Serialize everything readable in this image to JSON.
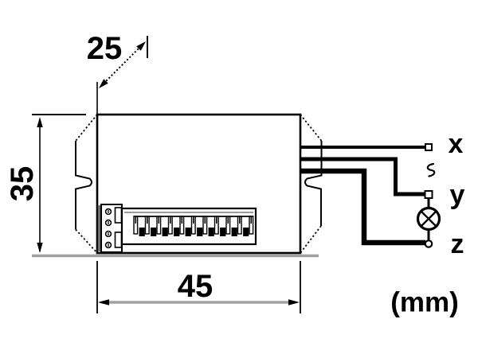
{
  "diagram": {
    "type": "technical-dimension-drawing",
    "unit_label": "(mm)",
    "dimensions": {
      "depth": {
        "label": "25"
      },
      "height": {
        "label": "35"
      },
      "width": {
        "label": "45"
      }
    },
    "device": {
      "connector": {
        "pin_count": 10,
        "screw_count": 4
      }
    },
    "wiring": {
      "terminals": [
        {
          "label": "x"
        },
        {
          "label": "y"
        },
        {
          "label": "z"
        }
      ],
      "symbols": [
        "ac-wave",
        "lamp"
      ]
    },
    "colors": {
      "line": "#000000",
      "dim_line": "#a0a0a0",
      "background": "#ffffff"
    }
  }
}
